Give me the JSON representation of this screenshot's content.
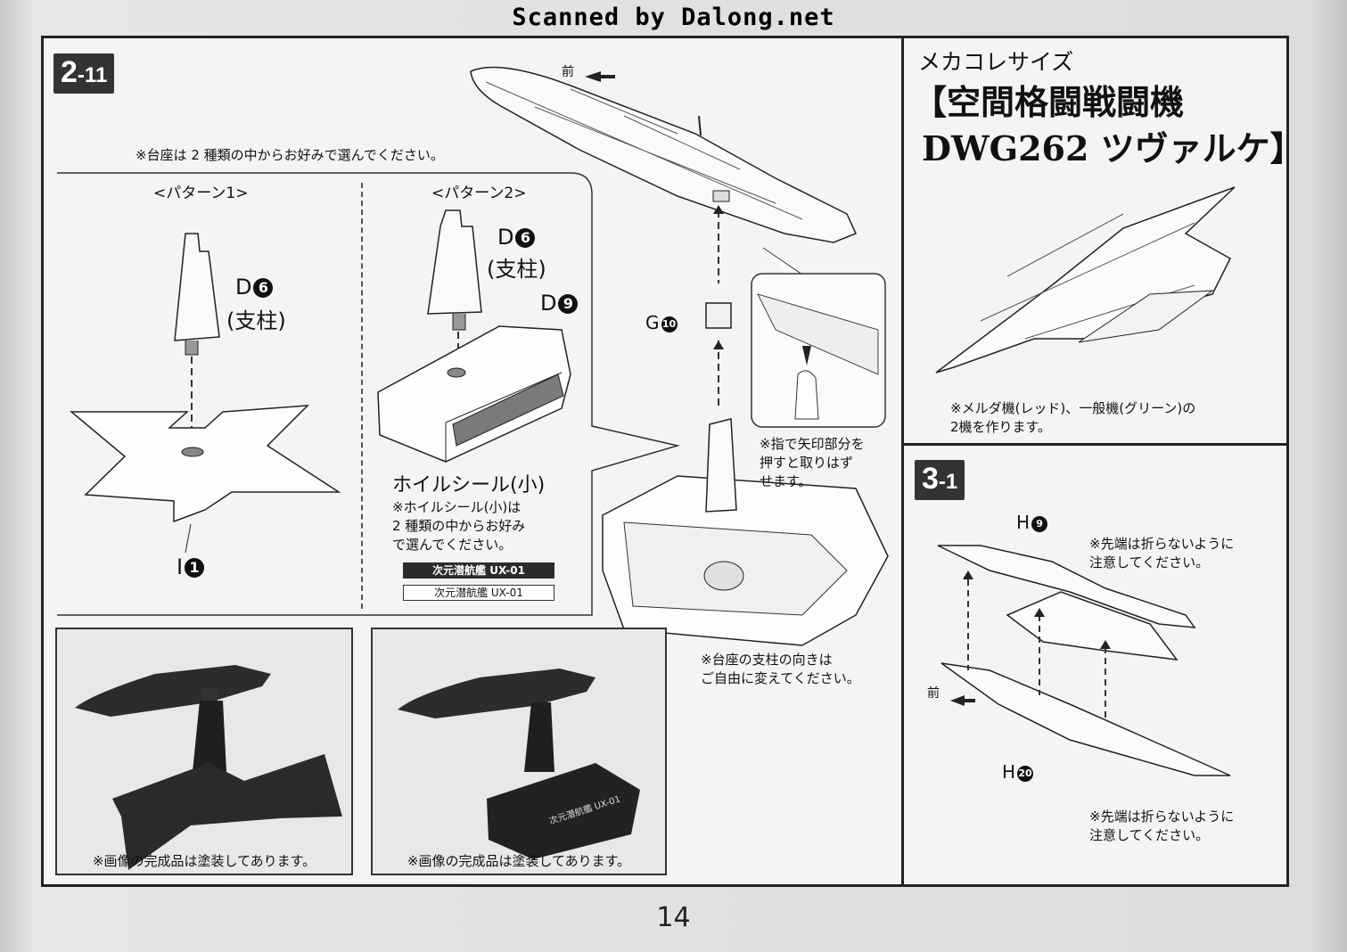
{
  "header": {
    "scanned_by": "Scanned by Dalong.net"
  },
  "steps": {
    "step_2_11": {
      "badge": "2",
      "badge_sub": "-11"
    },
    "step_3_1": {
      "badge": "3",
      "badge_sub": "-1"
    }
  },
  "stand": {
    "choose_note": "※台座は 2 種類の中からお好みで選んでください。",
    "pattern1": "<パターン1>",
    "pattern2": "<パターン2>",
    "part_d6_letter": "D",
    "part_d6_num": "6",
    "support_label": "(支柱)",
    "part_d9_letter": "D",
    "part_d9_num": "9",
    "part_i1_letter": "I",
    "part_i1_num": "1",
    "part_g10_letter": "G",
    "part_g10_num": "10",
    "foil_title": "ホイルシール(小)",
    "foil_note": "※ホイルシール(小)は\n2 種類の中からお好み\nで選んでください。",
    "foil_seal_text": "次元潜航艦 UX-01",
    "front_label": "前",
    "finger_note": "※指で矢印部分を\n押すと取りはず\nせます。",
    "direction_note": "※台座の支柱の向きは\nご自由に変えてください。",
    "photo_caption": "※画像の完成品は塗装してあります。",
    "photo_base_text": "次元潜航艦 UX-01"
  },
  "mecha": {
    "series": "メカコレサイズ",
    "title_line1": "【空間格闘戦闘機",
    "title_line2": "DWG262 ツヴァルケ】",
    "color_note": "※メルダ機(レッド)、一般機(グリーン)の\n2機を作ります。"
  },
  "assembly": {
    "part_h9_letter": "H",
    "part_h9_num": "9",
    "part_h20_letter": "H",
    "part_h20_num": "20",
    "tip_note": "※先端は折らないように\n注意してください。",
    "front_label": "前"
  },
  "footer": {
    "page_number": "14"
  }
}
